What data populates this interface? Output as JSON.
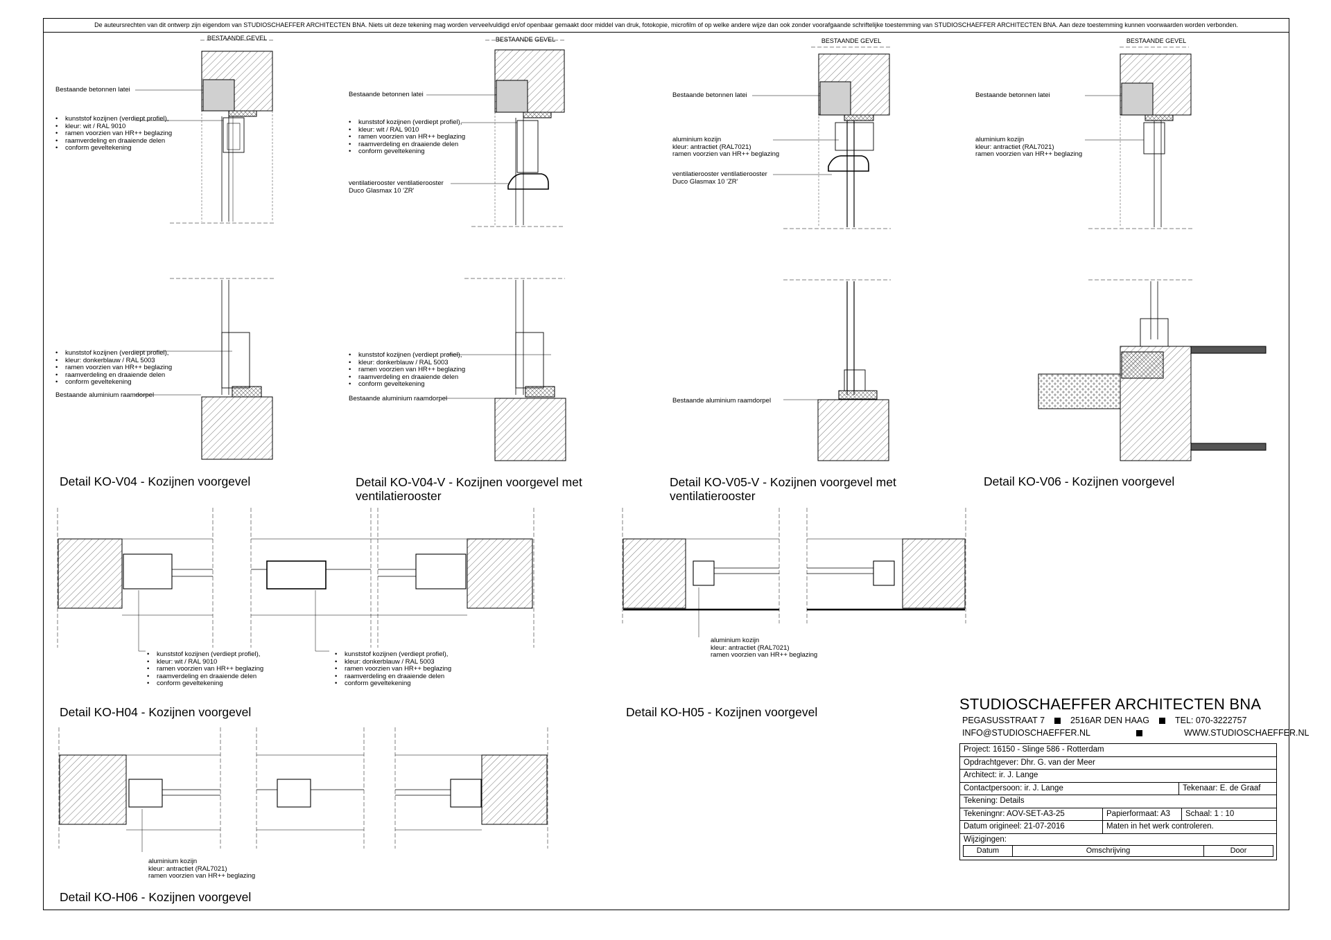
{
  "copyright": "De auteursrechten van dit ontwerp zijn eigendom van STUDIOSCHAEFFER ARCHITECTEN BNA. Niets uit deze tekening mag worden verveelvuldigd en/of openbaar gemaakt door middel van druk, fotokopie, microfilm of op welke andere wijze dan ook zonder voorafgaande schriftelijke toestemming van STUDIOSCHAEFFER ARCHITECTEN BNA. Aan deze toestemming kunnen voorwaarden worden verbonden.",
  "gevel_label": "BESTAANDE GEVEL",
  "labels": {
    "latei": "Bestaande betonnen latei",
    "raamdorpel": "Bestaande aluminium raamdorpel",
    "kunststof_wit": [
      "kunststof kozijnen (verdiept profiel),",
      "kleur: wit / RAL 9010",
      "ramen voorzien van HR++ beglazing",
      "raamverdeling en draaiende delen",
      "conform geveltekening"
    ],
    "kunststof_blauw": [
      "kunststof kozijnen (verdiept profiel),",
      "kleur: donkerblauw / RAL 5003",
      "ramen voorzien van HR++ beglazing",
      "raamverdeling en draaiende delen",
      "conform geveltekening"
    ],
    "alu": [
      "aluminium kozijn",
      "kleur: antractiet (RAL7021)",
      "ramen voorzien van HR++ beglazing"
    ],
    "vent": [
      "ventilatierooster ventilatierooster",
      "Duco Glasmax 10 'ZR'"
    ]
  },
  "titles": {
    "v04": "Detail KO-V04 - Kozijnen voorgevel",
    "v04v_1": "Detail KO-V04-V - Kozijnen voorgevel met",
    "v04v_2": "ventilatierooster",
    "v05v_1": "Detail KO-V05-V - Kozijnen voorgevel met",
    "v05v_2": "ventilatierooster",
    "v06": "Detail KO-V06 - Kozijnen voorgevel",
    "h04": "Detail KO-H04 - Kozijnen voorgevel",
    "h05": "Detail KO-H05 - Kozijnen voorgevel",
    "h06": "Detail KO-H06 - Kozijnen voorgevel"
  },
  "firm": {
    "name": "STUDIOSCHAEFFER ARCHITECTEN BNA",
    "street": "PEGASUSSTRAAT 7",
    "city": "2516AR DEN HAAG",
    "tel": "TEL: 070-3222757",
    "email": "INFO@STUDIOSCHAEFFER.NL",
    "web": "WWW.STUDIOSCHAEFFER.NL"
  },
  "titleblock": {
    "project": "Project: 16150 - Slinge 586 - Rotterdam",
    "client": "Opdrachtgever: Dhr. G. van der Meer",
    "architect": "Architect: ir. J. Lange",
    "contact": "Contactpersoon: ir. J. Lange",
    "drawer": "Tekenaar: E. de Graaf",
    "drawing": "Tekening: Details",
    "number": "Tekeningnr: AOV-SET-A3-25",
    "paper": "Papierformaat: A3",
    "scale": "Schaal:   1 : 10",
    "date": "Datum origineel: 21-07-2016",
    "note": "Maten in het werk controleren.",
    "changes": "Wijzigingen:",
    "col_date": "Datum",
    "col_desc": "Omschrijving",
    "col_by": "Door"
  }
}
